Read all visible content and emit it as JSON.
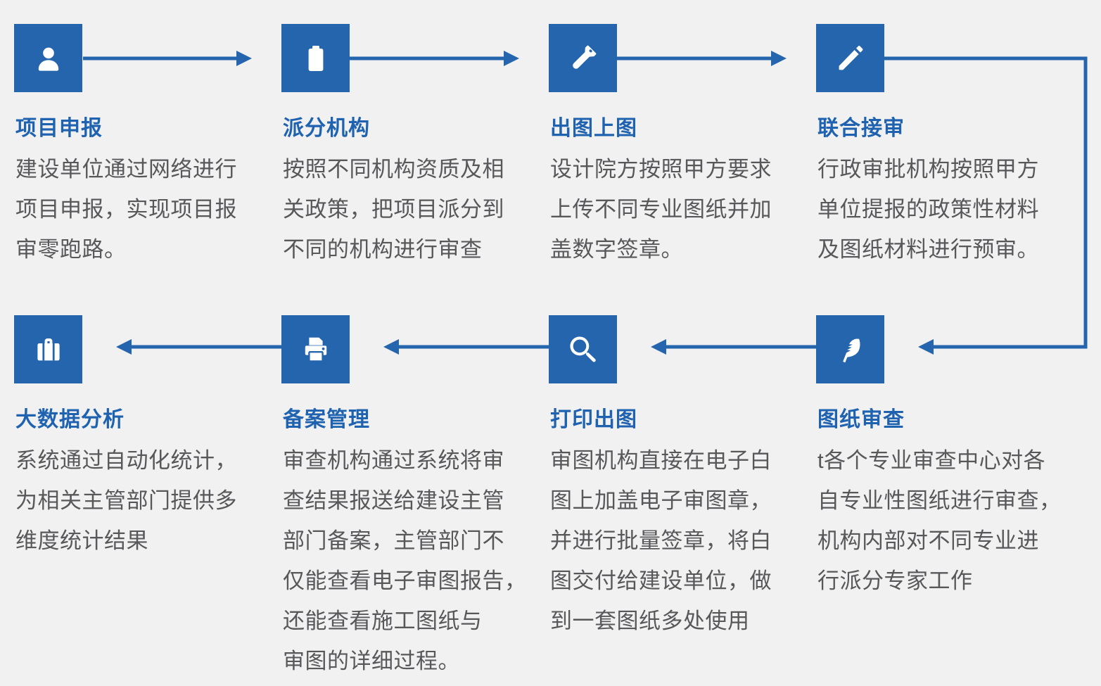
{
  "colors": {
    "accent": "#2565AD",
    "title": "#1E62B0",
    "text": "#58585A",
    "bg": "#F1F1F2",
    "icon_bg": "#2565AD",
    "icon_glyph": "#FFFFFF"
  },
  "steps": [
    {
      "id": "project-declaration",
      "icon": "user-icon",
      "title": "项目申报",
      "description": "建设单位通过网络进行\n项目申报，实现项目报\n审零跑路。"
    },
    {
      "id": "assign-agency",
      "icon": "clipboard-icon",
      "title": "派分机构",
      "description": "按照不同机构资质及相\n关政策，把项目派分到\n不同的机构进行审查"
    },
    {
      "id": "issue-upload-drawings",
      "icon": "flashlight-icon",
      "title": "出图上图",
      "description": "设计院方按照甲方要求\n上传不同专业图纸并加\n盖数字签章。"
    },
    {
      "id": "joint-acceptance-review",
      "icon": "pencil-icon",
      "title": "联合接审",
      "description": "行政审批机构按照甲方\n单位提报的政策性材料\n及图纸材料进行预审。"
    },
    {
      "id": "drawing-review",
      "icon": "feather-icon",
      "title": "图纸审查",
      "description": "t各个专业审查中心对各\n自专业性图纸进行审查，\n机构内部对不同专业进\n行派分专家工作"
    },
    {
      "id": "print-drawings",
      "icon": "search-icon",
      "title": "打印出图",
      "description": "审图机构直接在电子白\n图上加盖电子审图章，\n并进行批量签章，将白\n图交付给建设单位，做\n到一套图纸多处使用"
    },
    {
      "id": "filing-management",
      "icon": "printer-icon",
      "title": "备案管理",
      "description": "审查机构通过系统将审\n查结果报送给建设主管\n部门备案，主管部门不\n仅能查看电子审图报告，\n还能查看施工图纸与\n审图的详细过程。"
    },
    {
      "id": "big-data-analysis",
      "icon": "briefcase-icon",
      "title": "大数据分析",
      "description": "系统通过自动化统计，\n为相关主管部门提供多\n维度统计结果"
    }
  ]
}
